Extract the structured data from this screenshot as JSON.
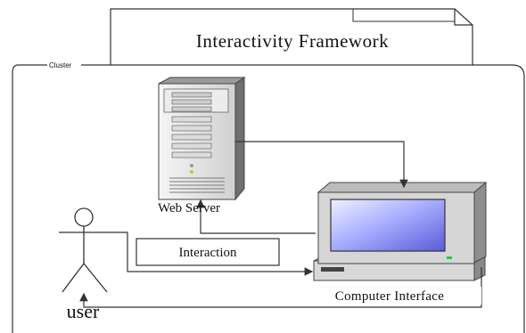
{
  "title": "Interactivity Framework",
  "cluster_label": "Cluster",
  "nodes": {
    "web_server": "Web Server",
    "computer_interface": "Computer Interface",
    "user": "user",
    "interaction": "Interaction"
  },
  "colors": {
    "line": "#333333",
    "cabinet_light": "#eeeeee",
    "cabinet_mid": "#cfcfcf",
    "cabinet_dark": "#7f7f7f",
    "monitor": "#d6d6d6",
    "screen_light": "#e8e8ff",
    "screen_dark": "#5a5ad8",
    "led": "#28c63a"
  },
  "icons": [
    "server-tower-icon",
    "desktop-computer-icon",
    "stick-figure-icon"
  ]
}
